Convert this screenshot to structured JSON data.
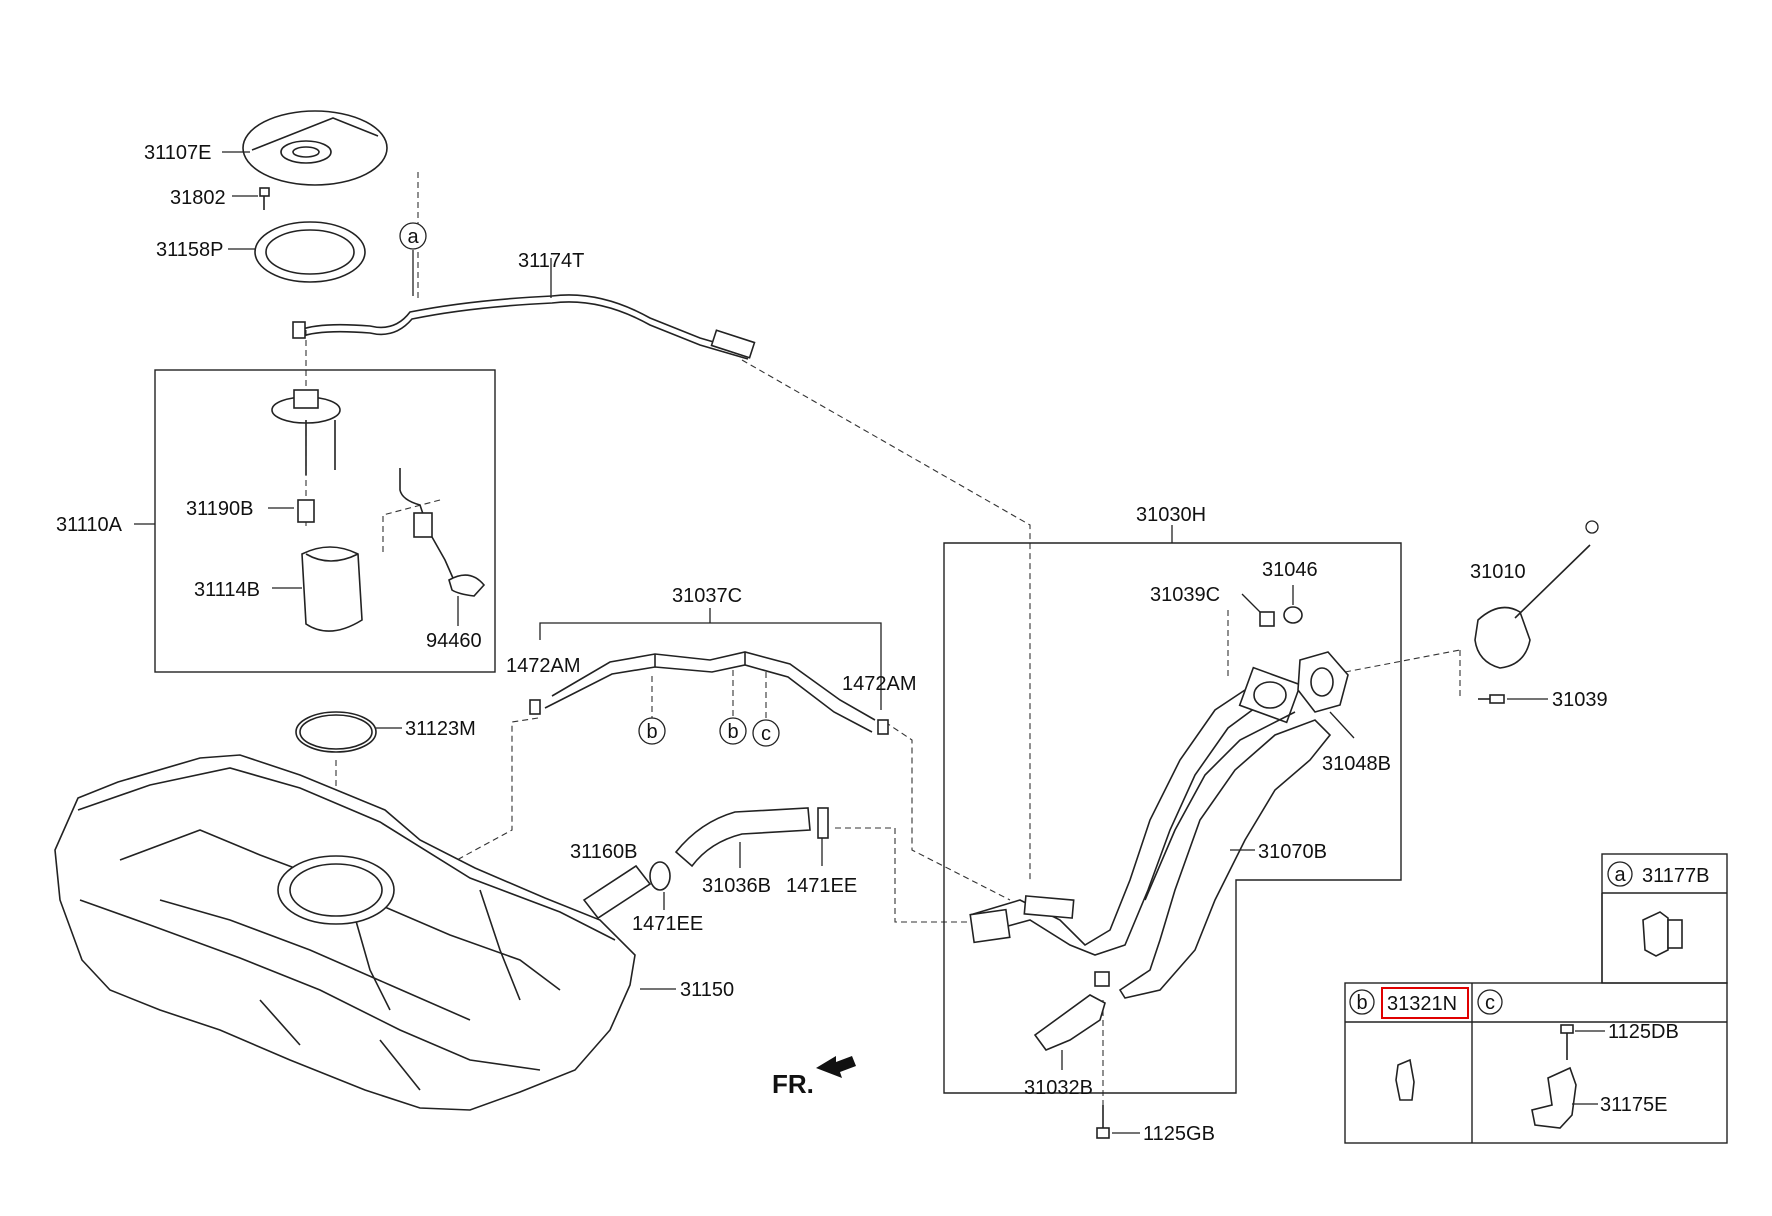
{
  "parts": {
    "p31107E": "31107E",
    "p31802": "31802",
    "p31158P": "31158P",
    "p31174T": "31174T",
    "p31110A": "31110A",
    "p31190B": "31190B",
    "p31114B": "31114B",
    "p94460": "94460",
    "p31037C": "31037C",
    "p1472AM_left": "1472AM",
    "p1472AM_right": "1472AM",
    "p31123M": "31123M",
    "p31160B": "31160B",
    "p31036B": "31036B",
    "p1471EE_left": "1471EE",
    "p1471EE_right": "1471EE",
    "p31150": "31150",
    "p31030H": "31030H",
    "p31046": "31046",
    "p31039C": "31039C",
    "p31010": "31010",
    "p31039": "31039",
    "p31048B": "31048B",
    "p31070B": "31070B",
    "p31032B": "31032B",
    "p1125GB": "1125GB",
    "p31177B": "31177B",
    "p31321N": "31321N",
    "p1125DB": "1125DB",
    "p31175E": "31175E"
  },
  "callouts": {
    "a_top": "a",
    "b_1": "b",
    "b_2": "b",
    "c_1": "c",
    "legend_a": "a",
    "legend_b": "b",
    "legend_c": "c"
  },
  "direction_label": "FR.",
  "colors": {
    "line": "#222222",
    "highlight": "#e00000",
    "background": "#ffffff"
  }
}
